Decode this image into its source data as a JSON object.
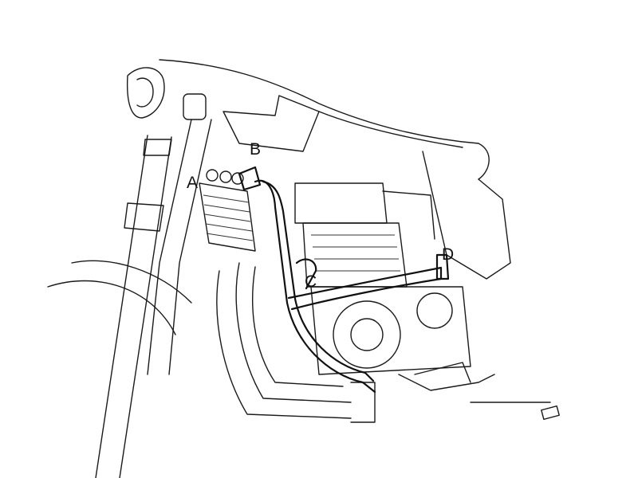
{
  "diagram": {
    "labels": {
      "a": "A",
      "b": "B",
      "c": "C",
      "d": "D"
    },
    "line_color": "#111111",
    "background": "#ffffff"
  }
}
